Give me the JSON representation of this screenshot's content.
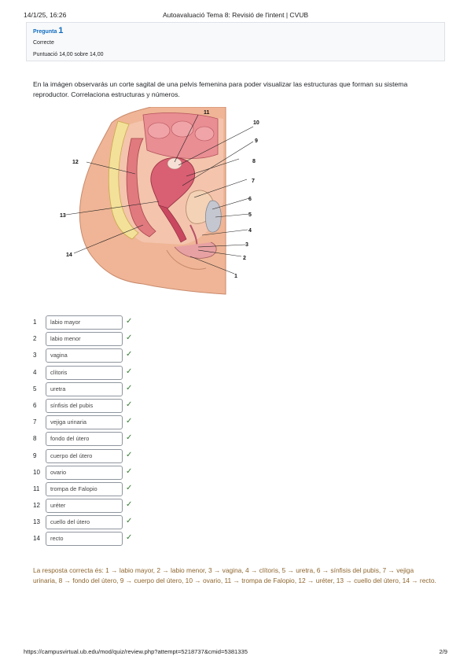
{
  "header": {
    "datetime": "14/1/25, 16:26",
    "title": "Autoavaluació Tema 8: Revisió de l'intent | CVUB"
  },
  "question_info": {
    "label": "Pregunta",
    "number": "1",
    "state": "Correcte",
    "grade": "Puntuació 14,00 sobre 14,00"
  },
  "question_text": "En la imágen observarás un corte sagital de una pelvis femenina para poder visualizar las estructuras que forman su sistema reproductor. Correlaciona estructuras y números.",
  "figure": {
    "labels": [
      "1",
      "2",
      "3",
      "4",
      "5",
      "6",
      "7",
      "8",
      "9",
      "10",
      "11",
      "12",
      "13",
      "14"
    ]
  },
  "answers": [
    {
      "num": "1",
      "value": "labio mayor"
    },
    {
      "num": "2",
      "value": "labio menor"
    },
    {
      "num": "3",
      "value": "vagina"
    },
    {
      "num": "4",
      "value": "clítoris"
    },
    {
      "num": "5",
      "value": "uretra"
    },
    {
      "num": "6",
      "value": "sínfisis del pubis"
    },
    {
      "num": "7",
      "value": "vejiga urinaria"
    },
    {
      "num": "8",
      "value": "fondo del útero"
    },
    {
      "num": "9",
      "value": "cuerpo del útero"
    },
    {
      "num": "10",
      "value": "ovario"
    },
    {
      "num": "11",
      "value": "trompa de Falopio"
    },
    {
      "num": "12",
      "value": "uréter"
    },
    {
      "num": "13",
      "value": "cuello del útero"
    },
    {
      "num": "14",
      "value": "recto"
    }
  ],
  "check_icon": "check-icon",
  "colors": {
    "correct": "#357a32",
    "feedback": "#8e662e",
    "link": "#0f6cbf"
  },
  "feedback": "La resposta correcta és: 1 → labio mayor, 2 → labio menor, 3 → vagina, 4 → clítoris, 5 → uretra, 6 → sínfisis del pubis, 7 → vejiga urinaria, 8 → fondo del útero, 9 → cuerpo del útero, 10 → ovario, 11 → trompa de Falopio, 12 → uréter, 13 → cuello del útero, 14 → recto.",
  "footer": {
    "url": "https://campusvirtual.ub.edu/mod/quiz/review.php?attempt=5218737&cmid=5381335",
    "page": "2/9"
  }
}
